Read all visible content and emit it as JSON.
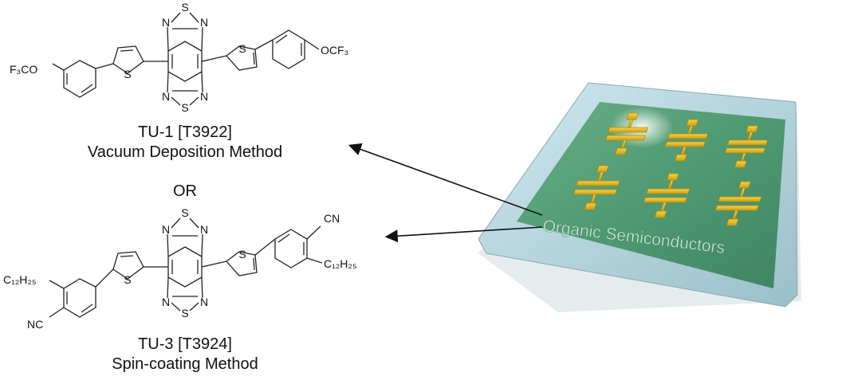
{
  "molecules": [
    {
      "name": "TU-1 [T3922]",
      "method": "Vacuum Deposition Method",
      "substituent_left": "F₃CO",
      "substituent_right": "OCF₃"
    },
    {
      "name": "TU-3 [T3924]",
      "method": "Spin-coating Method",
      "substituent_left_top": "C₁₂H₂₅",
      "substituent_left_bottom": "NC",
      "substituent_right_top": "CN",
      "substituent_right_bottom": "C₁₂H₂₅"
    }
  ],
  "or_label": "OR",
  "atoms": {
    "sulfur": "S",
    "nitrogen": "N"
  },
  "chip": {
    "label": "Organic Semiconductors",
    "board_color": "#4f9a73",
    "pad_color": "#e7bd2a"
  },
  "colors": {
    "arrow": "#111111",
    "bond": "#222222"
  }
}
